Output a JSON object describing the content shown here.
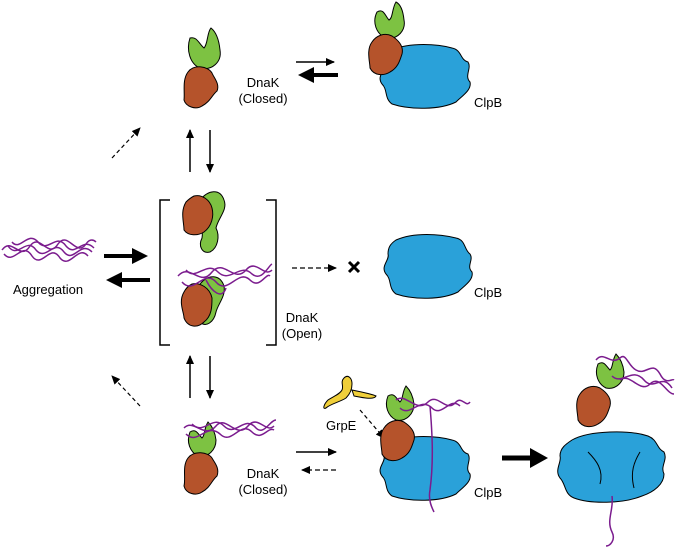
{
  "labels": {
    "dnak_top": "DnaK",
    "closed_top": "(Closed)",
    "clpb_top": "ClpB",
    "aggregation": "Aggregation",
    "clpb_mid": "ClpB",
    "dnak_mid": "DnaK",
    "open_mid": "(Open)",
    "grpe": "GrpE",
    "dnak_bot": "DnaK",
    "closed_bot": "(Closed)",
    "clpb_bot": "ClpB"
  },
  "colors": {
    "dnak_nbd": "#b5532b",
    "dnak_sbd": "#7dc242",
    "clpb": "#2aa1d9",
    "grpe": "#f0cf3a",
    "substrate": "#7b1c8e",
    "arrow": "#000000"
  }
}
